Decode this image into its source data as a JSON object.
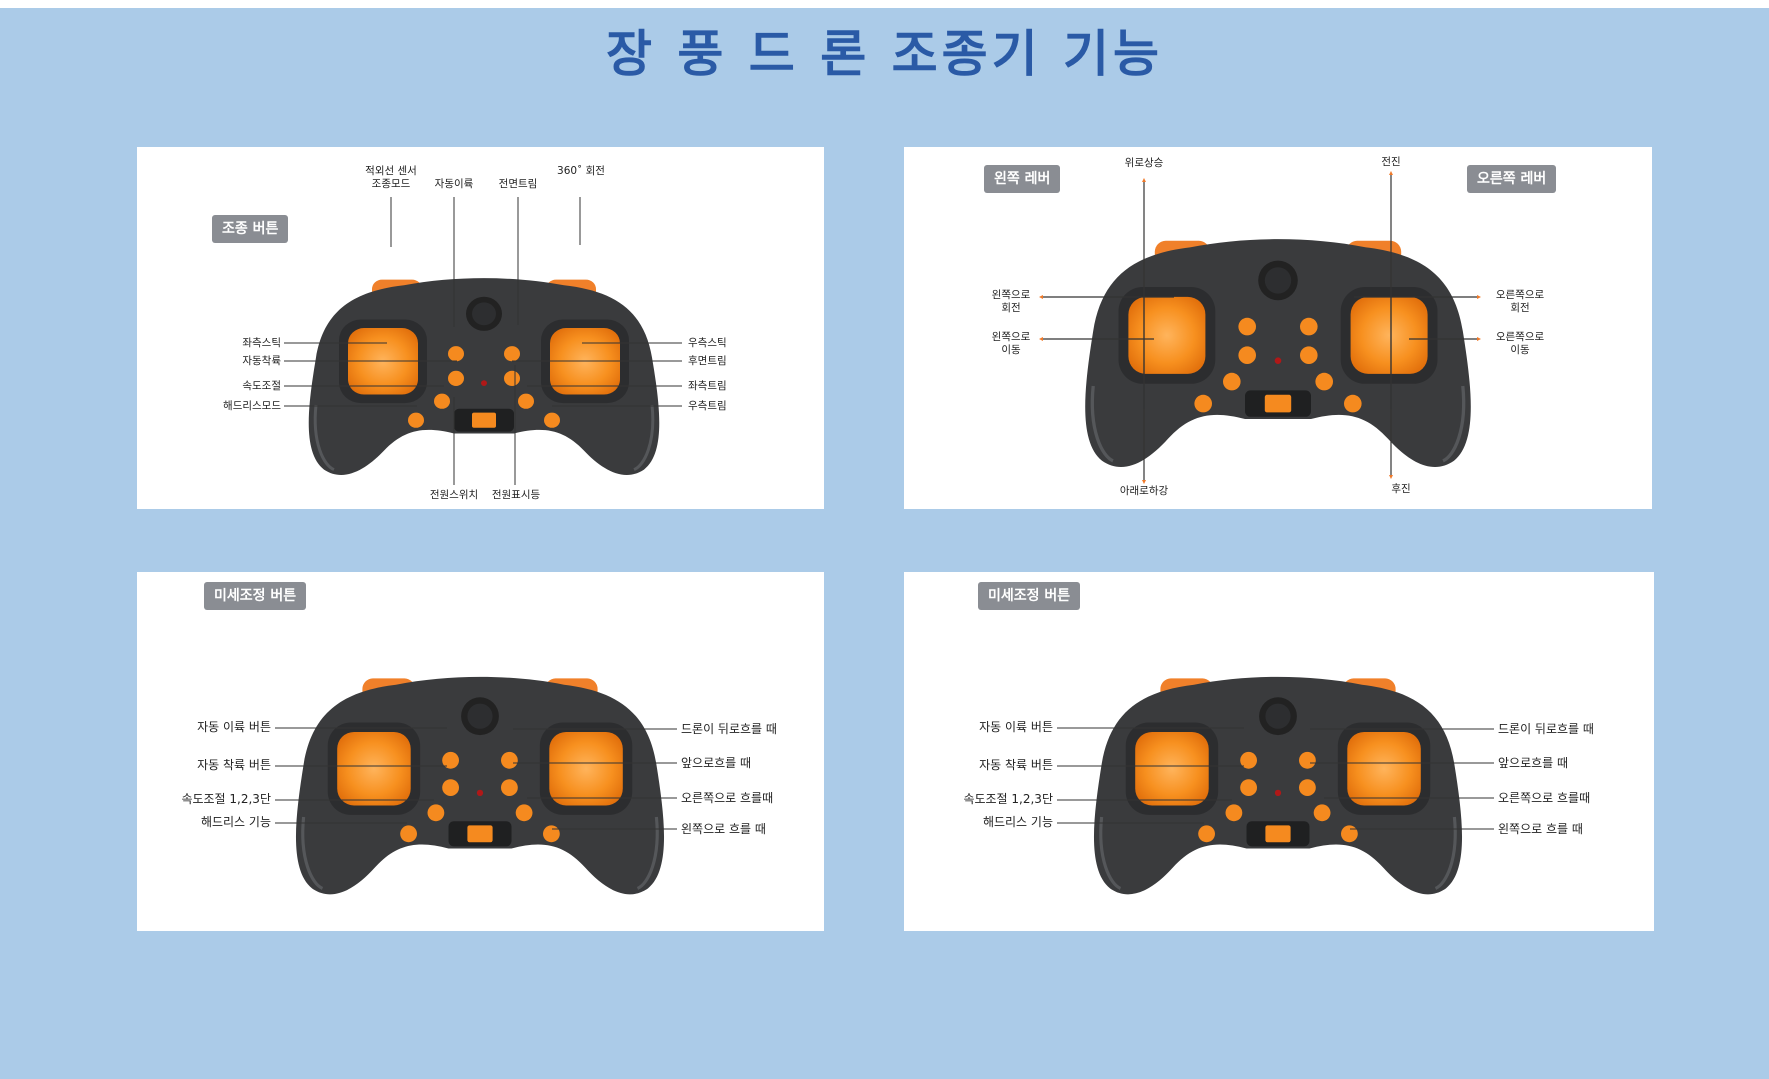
{
  "title": "장 풍 드 론 조종기 기능",
  "panel1": {
    "tag": "조종 버튼",
    "top": {
      "ir": "적외선 센서\n조종모드",
      "auto_return": "자동이륙",
      "front_trim": "전면트림",
      "rotate": "360˚ 회전"
    },
    "left": [
      "좌측스틱",
      "자동착륙",
      "속도조절",
      "해드리스모드"
    ],
    "right": [
      "우측스틱",
      "후면트림",
      "좌측트림",
      "우측트림"
    ],
    "bottom": {
      "power_switch": "전원스위치",
      "power_led": "전원표시등"
    }
  },
  "panel2": {
    "tag_left": "왼쪽 레버",
    "tag_right": "오른쪽 레버",
    "up": "위로상승",
    "down": "아래로하강",
    "forward": "전진",
    "backward": "후진",
    "rotate_left": "왼쪽으로\n회전",
    "move_left": "왼쪽으로\n이동",
    "rotate_right": "오른쪽으로\n회전",
    "move_right": "오른쪽으로\n이동"
  },
  "panel3": {
    "tag": "미세조정 버튼",
    "left": [
      "자동 이륙 버튼",
      "자동 착륙 버튼",
      "속도조절 1,2,3단",
      "해드리스 기능"
    ],
    "right": [
      "드론이 뒤로흐를 때",
      "앞으로흐를 때",
      "오른쪽으로 흐를때",
      "왼쪽으로 흐를 때"
    ]
  },
  "panel4": {
    "tag": "미세조정 버튼",
    "left": [
      "자동 이륙 버튼",
      "자동 착륙 버튼",
      "속도조절 1,2,3단",
      "해드리스 기능"
    ],
    "right": [
      "드론이 뒤로흐를 때",
      "앞으로흐를 때",
      "오른쪽으로 흐를때",
      "왼쪽으로 흐를 때"
    ]
  },
  "colors": {
    "background": "#abcbe8",
    "title": "#2a5aa6",
    "tag": "#8a8d93",
    "orange": "#f58a1f",
    "body": "#3a3b3d",
    "arrow": "#f07a2a"
  }
}
